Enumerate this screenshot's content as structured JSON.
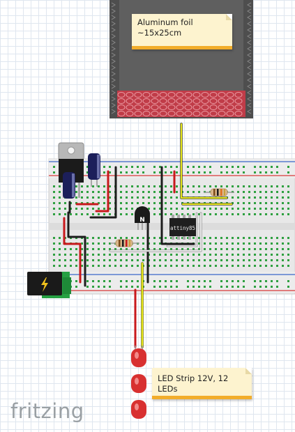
{
  "notes": {
    "foil": {
      "line1": "Aluminum foil",
      "line2": "~15x25cm"
    },
    "led": {
      "text": "LED Strip 12V, 12 LEDs"
    }
  },
  "chip": {
    "label": "attiny85"
  },
  "transistor": {
    "label": "N"
  },
  "logo": {
    "text": "fritzing"
  },
  "colors": {
    "wire_red": "#c8181c",
    "wire_black": "#1c1c1c",
    "wire_yellow": "#e4e41c",
    "wire_white": "#ececec",
    "breadboard": "#e9e9e9",
    "breadboard_hole": "#2ea040",
    "foil_dark": "#555555",
    "foil_red": "#c84048",
    "led_red": "#d83030",
    "jack_green": "#25a043",
    "note_bg": "#fdf3cf",
    "note_border": "#f2ad2b"
  }
}
